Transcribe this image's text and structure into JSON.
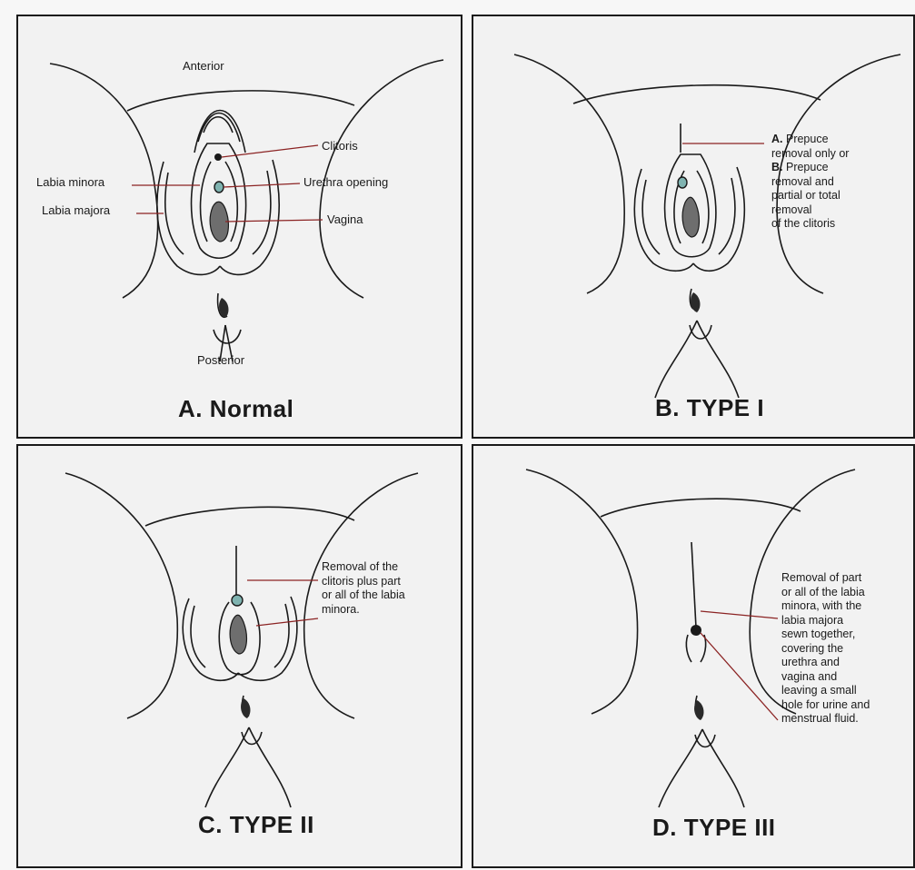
{
  "panels": {
    "a": {
      "title": "A. Normal",
      "labels": {
        "anterior": "Anterior",
        "posterior": "Posterior",
        "clitoris": "Clitoris",
        "labia_minora": "Labia minora",
        "urethra_opening": "Urethra  opening",
        "labia_majora": "Labia majora",
        "vagina": "Vagina"
      }
    },
    "b": {
      "title": "B. TYPE I",
      "note": {
        "a_marker": "A.",
        "a_text_line1": "Prepuce",
        "a_text_line2": "removal only or",
        "b_marker": "B.",
        "b_text_line1": "Prepuce",
        "b_lines": [
          "removal and",
          "partial or total",
          "removal",
          "of the clitoris"
        ]
      }
    },
    "c": {
      "title": "C. TYPE II",
      "note_lines": [
        "Removal of the",
        "clitoris plus part",
        "or all of the labia",
        "minora."
      ]
    },
    "d": {
      "title": "D. TYPE III",
      "note_lines": [
        "Removal of part",
        "or all of the labia",
        "minora, with the",
        "labia majora",
        "sewn together,",
        "covering the",
        "urethra and",
        "vagina and",
        "leaving a small",
        "hole for urine and",
        "menstrual fluid."
      ]
    }
  },
  "colors": {
    "line": "#1a1a1a",
    "leader": "#8b2323",
    "panel_bg": "#f2f2f2",
    "urethra": "#7fb3b0"
  }
}
